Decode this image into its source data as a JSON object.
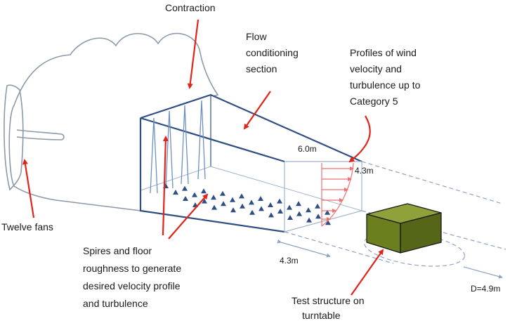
{
  "colors": {
    "outline": "#8a9aa8",
    "tunnel": "#2f4f84",
    "tunnel_light": "#9fb4d0",
    "arrow": "#e2231a",
    "profile": "#f07070",
    "box_front": "#6b7f1f",
    "box_top": "#8ea13a",
    "box_side": "#556619",
    "dash": "#8fa3c0"
  },
  "labels": {
    "contraction": "Contraction",
    "flow_conditioning": [
      "Flow",
      "conditioning",
      "section"
    ],
    "profiles": [
      "Profiles of wind",
      "velocity and",
      "turbulence up to",
      "Category 5"
    ],
    "twelve_fans": "Twelve fans",
    "spires": [
      "Spires and floor",
      "roughness to generate",
      "desired velocity profile",
      "and turbulence"
    ],
    "test_structure": [
      "Test structure on",
      "turntable"
    ]
  },
  "dimensions": {
    "width": "6.0m",
    "height": "4.3m",
    "section_length": "4.3m",
    "turntable_diameter": "D=4.9m"
  }
}
